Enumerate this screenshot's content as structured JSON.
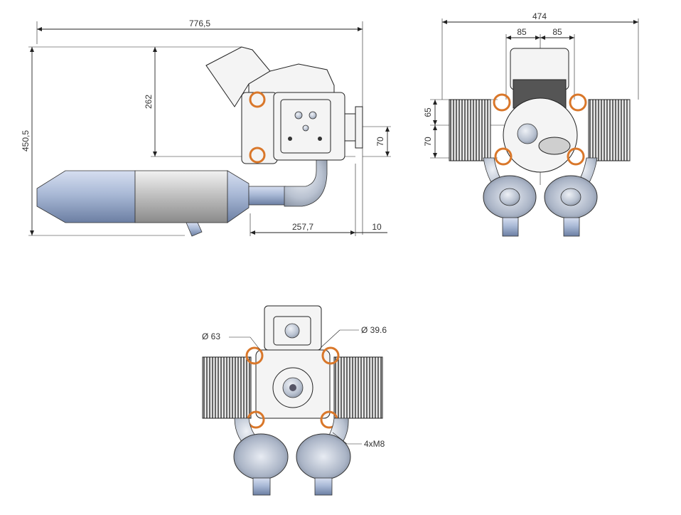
{
  "drawing": {
    "side_view": {
      "overall_length": "776,5",
      "overall_height": "450,5",
      "upper_height": "262",
      "shaft_height": "70",
      "muffler_offset": "257,7",
      "flange_offset": "10"
    },
    "front_view": {
      "overall_width": "474",
      "half_left": "85",
      "half_right": "85",
      "upper_offset": "65",
      "lower_offset": "70"
    },
    "rear_view": {
      "diameter_left": "Ø 63",
      "diameter_right": "Ø 39.6",
      "mount_bolts": "4xM8"
    }
  },
  "colors": {
    "line": "#222222",
    "gasket": "#d9772a",
    "muffler_blue": "#a9b9d6",
    "metal": "#c9cfd8"
  }
}
